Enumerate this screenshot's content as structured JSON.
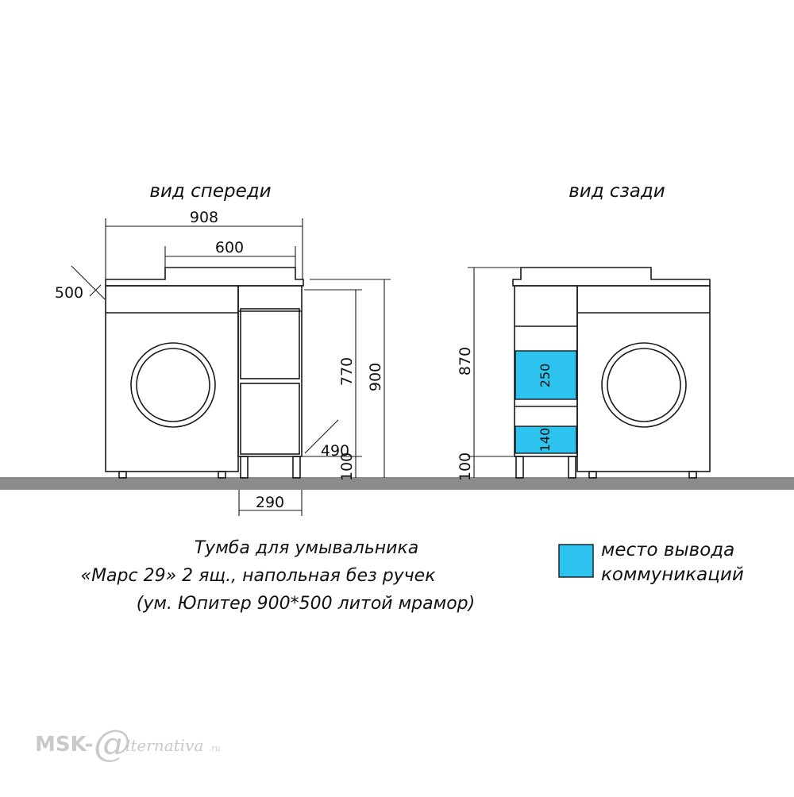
{
  "views": {
    "front": {
      "title": "вид спереди"
    },
    "back": {
      "title": "вид сзади"
    }
  },
  "dimensions": {
    "front": {
      "total_width": "908",
      "basin_width": "600",
      "depth": "500",
      "height_770": "770",
      "height_900": "900",
      "leg_height": "100",
      "cabinet_depth": "490",
      "cabinet_width": "290"
    },
    "back": {
      "height": "870",
      "leg_height": "100",
      "opening_upper": "250",
      "opening_lower": "140"
    }
  },
  "caption": {
    "line1": "Тумба для умывальника",
    "line2": "«Марс 29» 2 ящ., напольная без ручек",
    "line3": "(ум. Юпитер 900*500 литой мрамор)"
  },
  "legend": {
    "line1": "место вывода",
    "line2": "коммуникаций"
  },
  "watermark": {
    "left": "MSK-",
    "mid": "lternativa",
    "domain": ".ru",
    "at": "@"
  },
  "colors": {
    "communication_fill": "#2cc3ee",
    "floor": "#8c8c8c",
    "line": "#1a1a1a"
  }
}
